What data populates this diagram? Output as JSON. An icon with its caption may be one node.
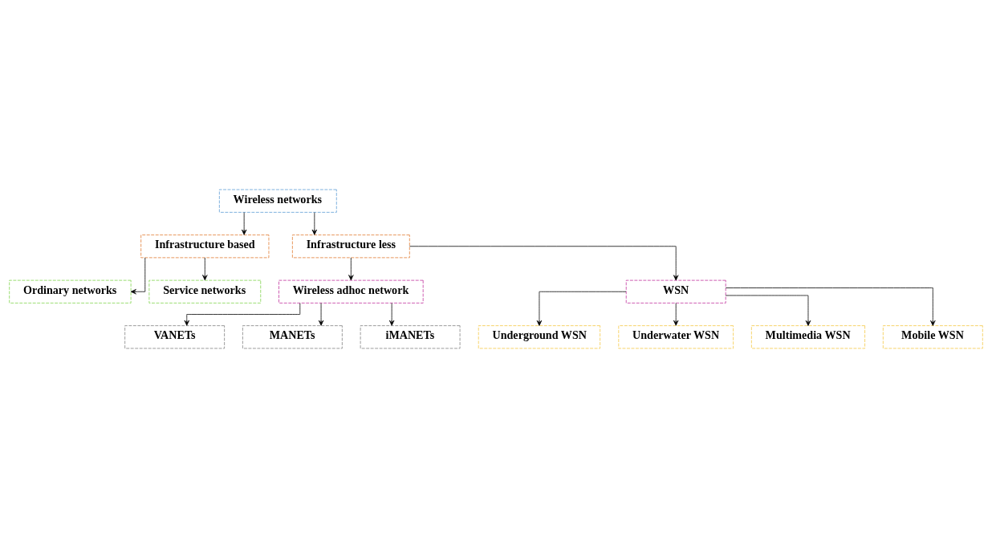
{
  "diagram": {
    "nodes": [
      {
        "text": [
          "Wireless networks"
        ]
      },
      {
        "text": [
          "Infrastructure based"
        ]
      },
      {
        "text": [
          "Infrastructure less"
        ]
      },
      {
        "text": [
          "Ordinary networks"
        ]
      },
      {
        "text": [
          "Service networks"
        ]
      },
      {
        "text": [
          "Wireless adhoc network"
        ]
      },
      {
        "text": [
          "WSN"
        ]
      },
      {
        "text": [
          "VANETs"
        ]
      },
      {
        "text": [
          "MANETs"
        ]
      },
      {
        "text": [
          "iMANETs"
        ]
      },
      {
        "text": [
          "Underground WSN"
        ]
      },
      {
        "text": [
          "Underwater WSN"
        ]
      },
      {
        "text": [
          "Multimedia WSN"
        ]
      },
      {
        "text": [
          "Mobile WSN"
        ]
      }
    ],
    "edges": [
      {
        "from": 0,
        "to": 1,
        "arrow": "to"
      },
      {
        "from": 0,
        "to": 2,
        "arrow": "to"
      },
      {
        "from": 1,
        "to": 3,
        "arrow": "to"
      },
      {
        "from": 1,
        "to": 4,
        "arrow": "to"
      },
      {
        "from": 2,
        "to": 5,
        "arrow": "to"
      },
      {
        "from": 2,
        "to": 6,
        "arrow": "to"
      },
      {
        "from": 5,
        "to": 7,
        "arrow": "to"
      },
      {
        "from": 5,
        "to": 8,
        "arrow": "to"
      },
      {
        "from": 5,
        "to": 9,
        "arrow": "to"
      },
      {
        "from": 6,
        "to": 10,
        "arrow": "to"
      },
      {
        "from": 6,
        "to": 11,
        "arrow": "to"
      },
      {
        "from": 6,
        "to": 12,
        "arrow": "to"
      },
      {
        "from": 6,
        "to": 13,
        "arrow": "to"
      }
    ]
  }
}
